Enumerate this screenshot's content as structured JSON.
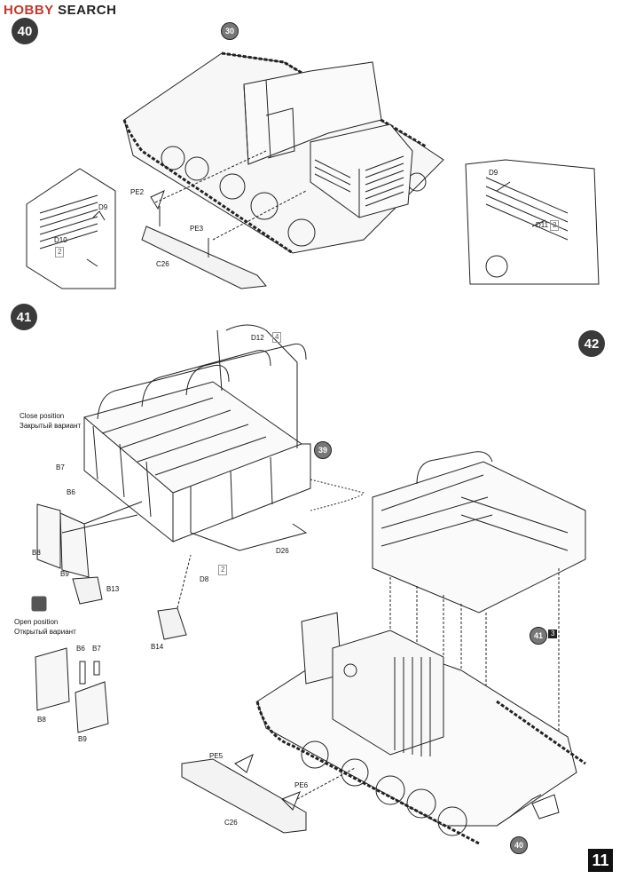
{
  "header": {
    "logo_brand": "HOBBY",
    "logo_search": "SEARCH"
  },
  "steps": {
    "s40": "40",
    "s41": "41",
    "s42": "42"
  },
  "refs": {
    "r30": "30",
    "r39": "39",
    "r41": "41",
    "r40": "40"
  },
  "step40": {
    "pe2": "PE2",
    "pe3": "PE3",
    "c26": "C26",
    "inset_left": {
      "d9": "D9",
      "d10": "D10",
      "qty": "2"
    },
    "inset_right": {
      "d9": "D9",
      "d11": "D11",
      "qty": "2"
    }
  },
  "step41": {
    "d12": "D12",
    "d12_qty": "4",
    "close_position_en": "Close position",
    "close_position_ru": "Закрытый вариант",
    "open_position_en": "Open position",
    "open_position_ru": "Открытый вариант",
    "b7": "B7",
    "b6": "B6",
    "b8": "B8",
    "b9": "B9",
    "b13": "B13",
    "b14": "B14",
    "d8": "D8",
    "d8_qty": "2",
    "d26": "D26",
    "open_b6": "B6",
    "open_b7": "B7",
    "open_b8": "B8",
    "open_b9": "B9"
  },
  "step42": {
    "ref41_qty": "3",
    "pe5": "PE5",
    "pe6": "PE6",
    "c26": "C26"
  },
  "footer": {
    "page_number": "11"
  }
}
